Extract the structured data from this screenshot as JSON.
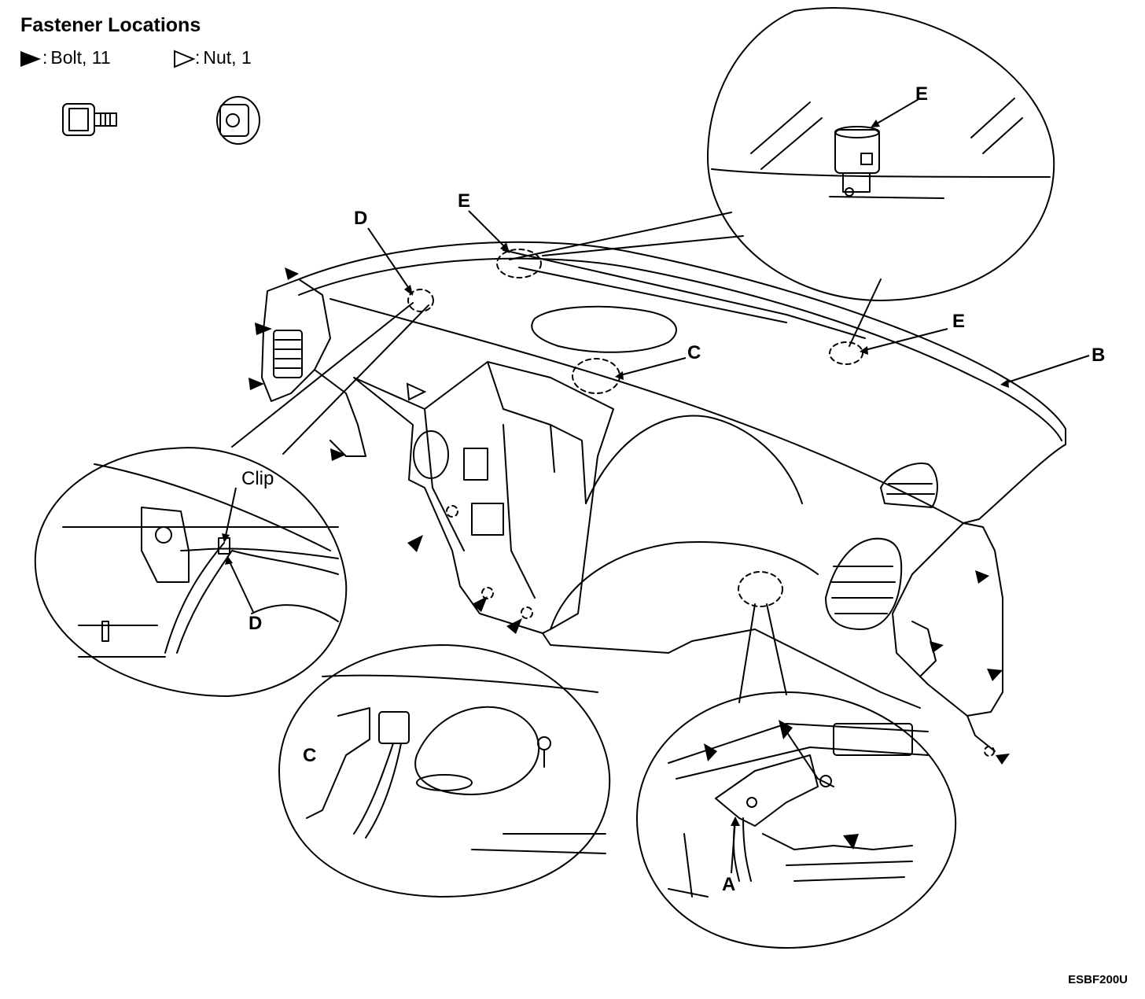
{
  "legend": {
    "title": "Fastener Locations",
    "bolt": "Bolt, 11",
    "nut": "Nut, 1",
    "separator": ":",
    "bolt_icon": "filled-triangle-icon",
    "nut_icon": "outline-triangle-icon"
  },
  "callouts": {
    "a": "A",
    "b": "B",
    "c_main": "C",
    "c_detail": "C",
    "d_main": "D",
    "d_detail": "D",
    "e_main": "E",
    "e_right": "E",
    "e_detail": "E",
    "clip": "Clip"
  },
  "figure_code": "ESBF200U"
}
